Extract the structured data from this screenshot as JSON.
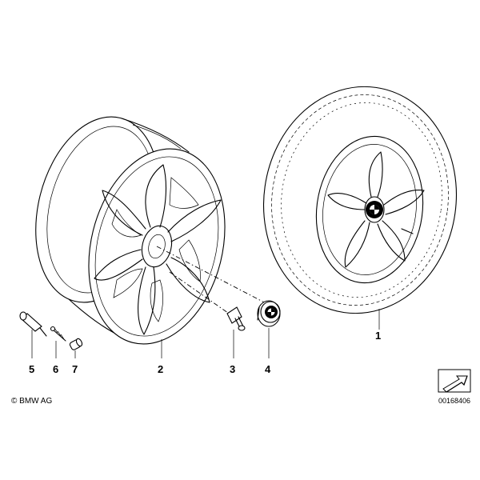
{
  "callouts": {
    "c1": "1",
    "c2": "2",
    "c3": "3",
    "c4": "4",
    "c5": "5",
    "c6": "6",
    "c7": "7"
  },
  "footer": {
    "copyright": "© BMW AG",
    "doc_number": "00168406"
  },
  "icons": {
    "arrow": "arrow-icon",
    "logo": "bmw-roundel-icon"
  }
}
